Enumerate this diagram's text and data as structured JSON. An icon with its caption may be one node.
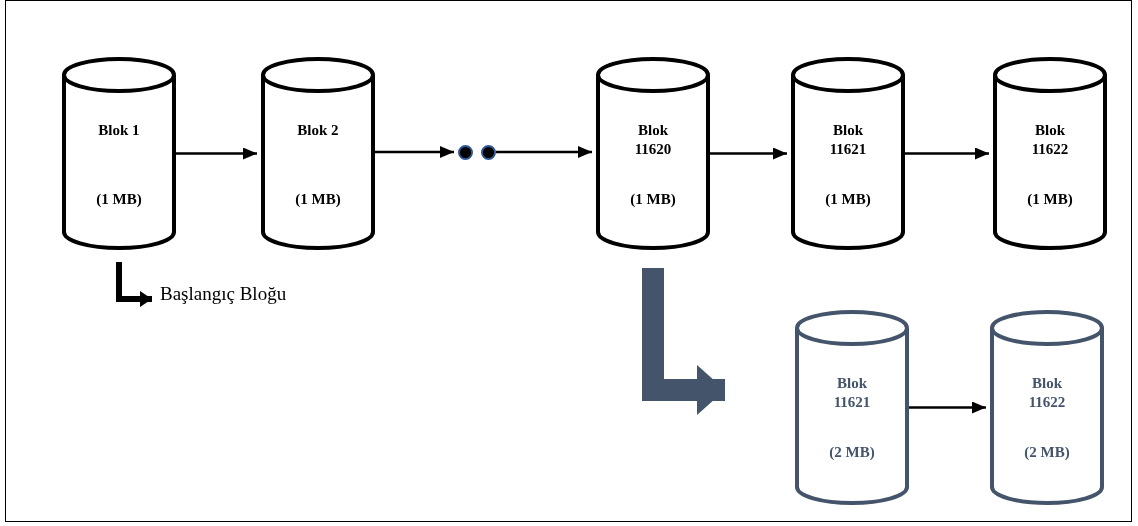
{
  "diagram": {
    "nodes": [
      {
        "text": [
          "Blok 1",
          "(1 MB)"
        ]
      },
      {
        "text": [
          "Blok 2",
          "(1 MB)"
        ]
      },
      {
        "text": [],
        "shape": "circle"
      },
      {
        "text": [],
        "shape": "circle"
      },
      {
        "text": [
          "Blok 11620",
          "(1 MB)"
        ]
      },
      {
        "text": [
          "Blok 11621",
          "(1 MB)"
        ]
      },
      {
        "text": [
          "Blok 11622",
          "(1 MB)"
        ]
      },
      {
        "text": [
          "Başlangıç Bloğu"
        ]
      },
      {
        "text": [
          "Blok 11621",
          "(2 MB)"
        ]
      },
      {
        "text": [
          "Blok 11622",
          "(2 MB)"
        ]
      }
    ],
    "edges": [
      {
        "from": 0,
        "to": 1,
        "arrow": "to"
      },
      {
        "from": 1,
        "to": 2,
        "arrow": "to"
      },
      {
        "from": 3,
        "to": 4,
        "arrow": "to"
      },
      {
        "from": 4,
        "to": 5,
        "arrow": "to"
      },
      {
        "from": 5,
        "to": 6,
        "arrow": "to"
      },
      {
        "from": 0,
        "to": 7,
        "arrow": "to",
        "style": "thick"
      },
      {
        "from": 4,
        "to": 8,
        "arrow": "to",
        "style": "thick",
        "color": "#44546a"
      },
      {
        "from": 8,
        "to": 9,
        "arrow": "to"
      }
    ]
  }
}
